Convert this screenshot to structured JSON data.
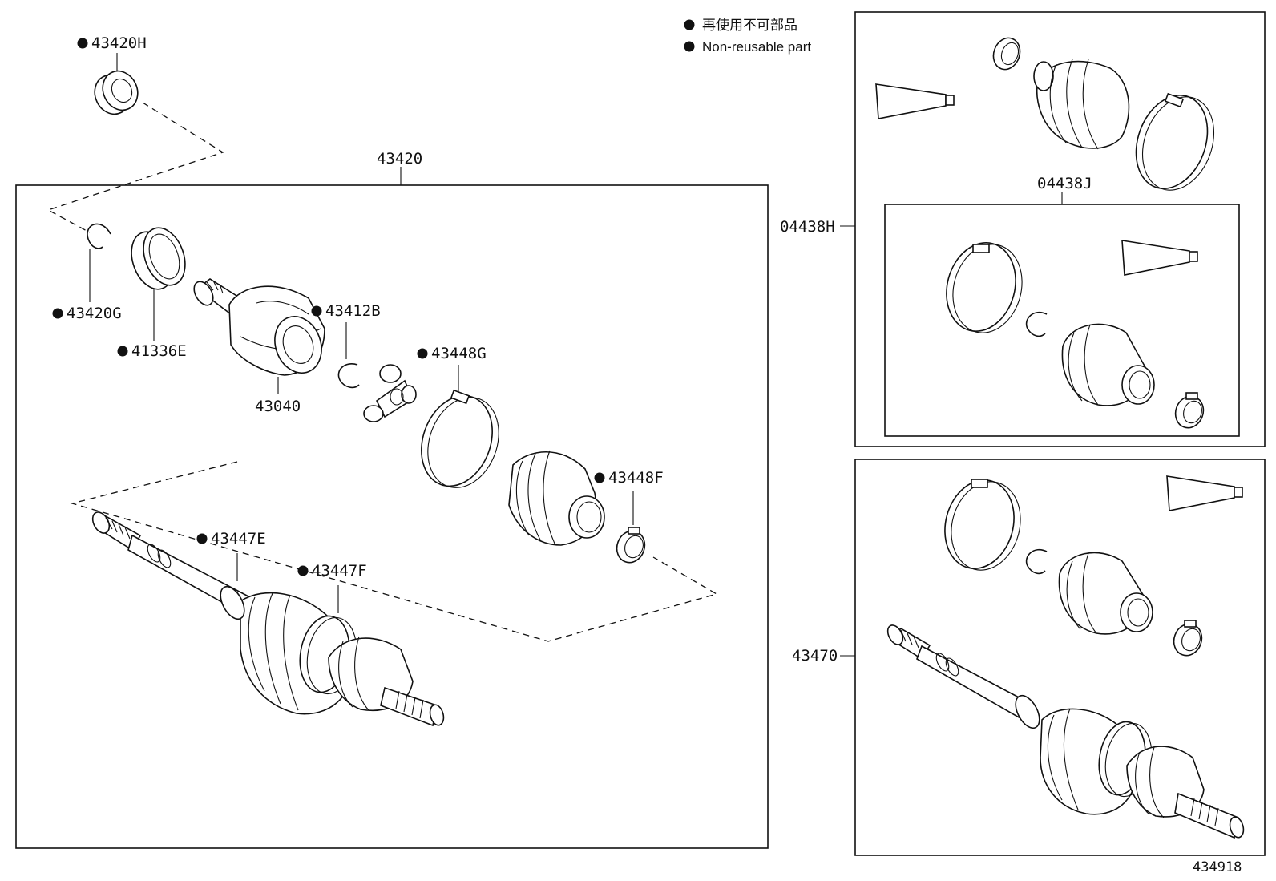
{
  "legend": {
    "japanese": "再使用不可部品",
    "english": "Non-reusable part"
  },
  "labels": {
    "p43420H": "43420H",
    "p43420": "43420",
    "p43420G": "43420G",
    "p41336E": "41336E",
    "p43412B": "43412B",
    "p43040": "43040",
    "p43448G": "43448G",
    "p43448F": "43448F",
    "p43447E": "43447E",
    "p43447F": "43447F",
    "p04438H": "04438H",
    "p04438J": "04438J",
    "p43470": "43470",
    "figure_number": "434918"
  },
  "colors": {
    "line": "#111111",
    "background": "#ffffff"
  }
}
